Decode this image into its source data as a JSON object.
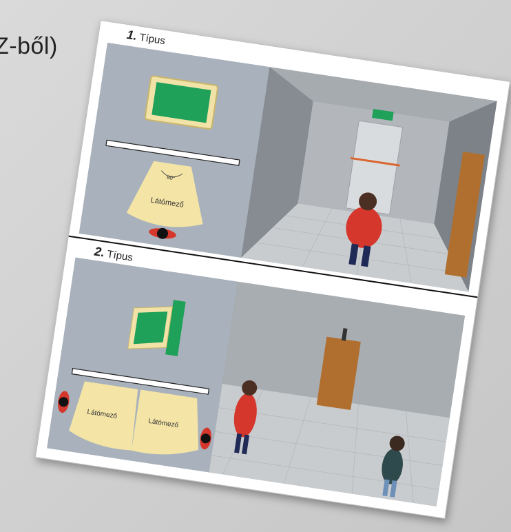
{
  "slide": {
    "partial_text": "Z-ből)"
  },
  "panels": [
    {
      "type_number": "1.",
      "type_word": "Típus",
      "angle_label": "90°",
      "view_label": "Látómező"
    },
    {
      "type_number": "2.",
      "type_word": "Típus",
      "view_label_left": "Látómező",
      "view_label_right": "Látómező"
    }
  ],
  "colors": {
    "sign_green": "#1fa15a",
    "sign_frame": "#f1e2a8",
    "view_field": "#f4e4a6",
    "floor": "#c9ccce",
    "wall": "#9aa0a6",
    "door_wood": "#b06f2e",
    "person_red": "#d5372d",
    "person_teal": "#2f4a4c"
  }
}
